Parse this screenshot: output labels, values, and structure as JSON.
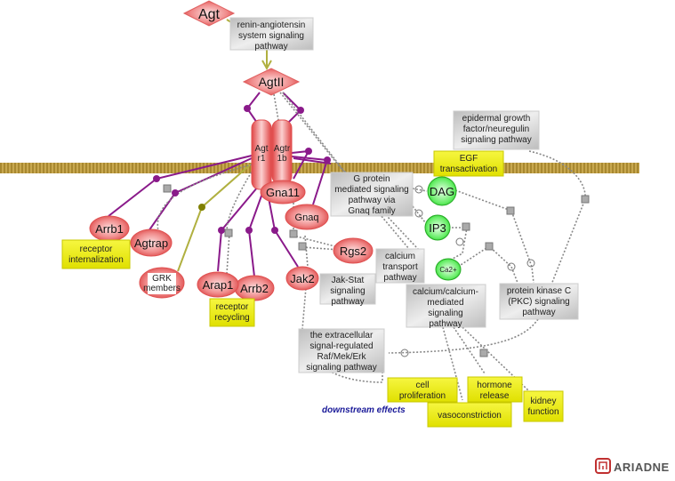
{
  "nodes": {
    "agt": "Agt",
    "agtii": "AgtII",
    "agtr1": [
      "Agt",
      "r1"
    ],
    "agtr1b": [
      "Agtr",
      "1b"
    ],
    "gna11": "Gna11",
    "gnaq": "Gnaq",
    "rgs2": "Rgs2",
    "arrb1": "Arrb1",
    "agtrap": "Agtrap",
    "grk": [
      "GRK",
      "members"
    ],
    "arap1": "Arap1",
    "arrb2": "Arrb2",
    "jak2": "Jak2",
    "dag": "DAG",
    "ip3": "IP3",
    "ca": "Ca2+"
  },
  "pathways": {
    "renin": [
      "renin-angiotensin",
      "system signaling",
      "pathway"
    ],
    "gprotein": [
      "G protein",
      "mediated signaling",
      "pathway via",
      "Gnaq family"
    ],
    "egfr": [
      "epidermal growth",
      "factor/neuregulin",
      "signaling pathway"
    ],
    "jakstat": [
      "Jak-Stat",
      "signaling",
      "pathway"
    ],
    "catransport": [
      "calcium",
      "transport",
      "pathway"
    ],
    "camediated": [
      "calcium/calcium-",
      "mediated",
      "signaling",
      "pathway"
    ],
    "pkc": [
      "protein kinase C",
      "(PKC) signaling",
      "pathway"
    ],
    "erk": [
      "the extracellular",
      "signal-regulated",
      "Raf/Mek/Erk",
      "signaling pathway"
    ]
  },
  "effects": {
    "egf": [
      "EGF",
      "transactivation"
    ],
    "internalization": [
      "receptor",
      "internalization"
    ],
    "recycling": [
      "receptor",
      "recycling"
    ],
    "proliferation": [
      "cell",
      "proliferation"
    ],
    "hormone": [
      "hormone",
      "release"
    ],
    "vasoconstriction": "vasoconstriction",
    "kidney": [
      "kidney",
      "function"
    ]
  },
  "downstream_label": "downstream effects",
  "logo": "ARIADNE",
  "colors": {
    "protein": "#e85a5a",
    "small_molecule": "#33dd33",
    "pathway": "#cccccc",
    "effect": "#eeee22",
    "binding": "#8a1a8a",
    "membrane": "#c8a850",
    "downstream_text": "#1a1a99"
  }
}
